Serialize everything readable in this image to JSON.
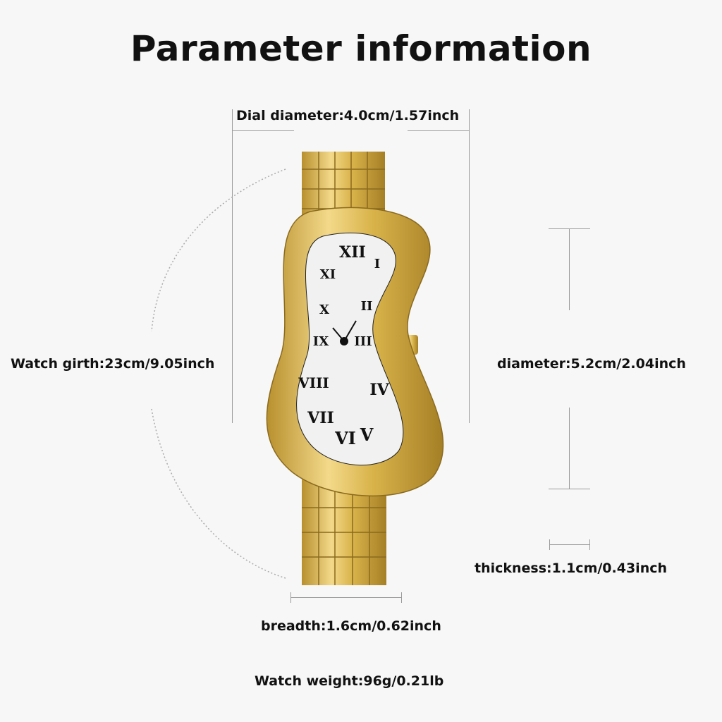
{
  "title": "Parameter information",
  "labels": {
    "dial_diameter": "Dial diameter:4.0cm/1.57inch",
    "watch_girth": "Watch girth:23cm/9.05inch",
    "diameter": "diameter:5.2cm/2.04inch",
    "thickness": "thickness:1.1cm/0.43inch",
    "breadth": "breadth:1.6cm/0.62inch",
    "weight": "Watch weight:96g/0.21lb"
  },
  "colors": {
    "gold": "#d9b34a",
    "dial": "#f1f1f1",
    "numerals": "#111111",
    "lines": "#9a9a9a"
  },
  "numerals": [
    "XII",
    "I",
    "II",
    "III",
    "IV",
    "V",
    "VI",
    "VII",
    "VIII",
    "IX",
    "X",
    "XI"
  ]
}
